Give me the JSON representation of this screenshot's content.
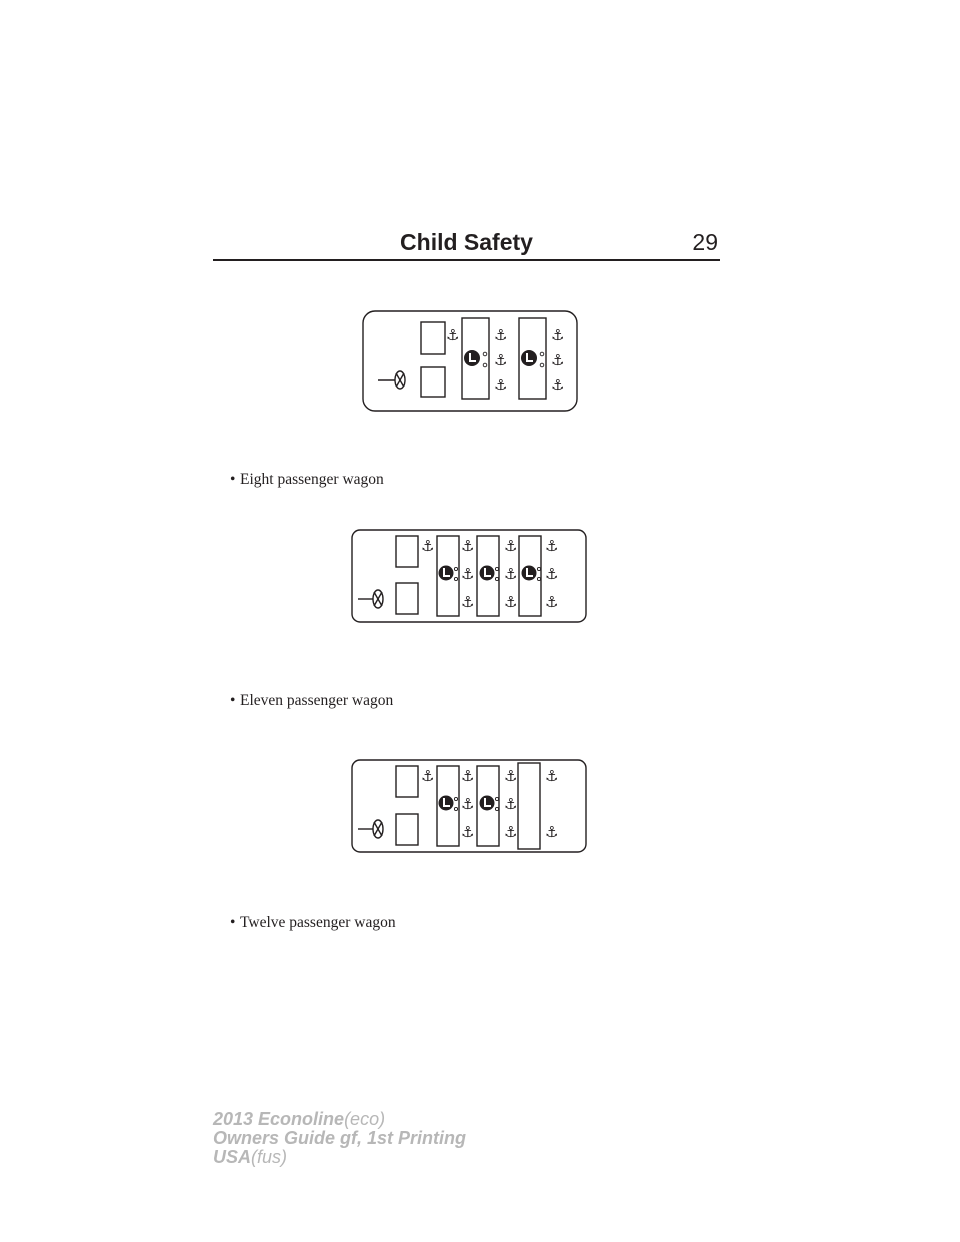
{
  "header": {
    "section_title": "Child Safety",
    "page_number": "29"
  },
  "list_items": [
    {
      "label": "Eight passenger wagon"
    },
    {
      "label": "Eleven passenger wagon"
    },
    {
      "label": "Twelve passenger wagon"
    }
  ],
  "glyphs": {
    "bullet": "•",
    "anchor": "⚓"
  },
  "footer": {
    "line1_model": "2013 Econoline",
    "line1_code": "(eco)",
    "line2": "Owners Guide gf, 1st Printing",
    "line3_region": "USA",
    "line3_code": "(fus)"
  }
}
